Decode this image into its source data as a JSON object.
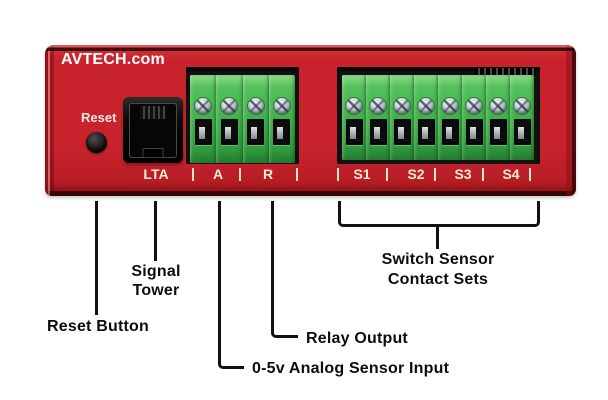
{
  "background": "#ffffff",
  "line_color": "#111111",
  "device": {
    "brand": "AVTECH.com",
    "reset_button_label": "Reset",
    "ports": {
      "lta_label": "LTA",
      "analog_block": {
        "positions": 4,
        "labels": [
          "A",
          "R"
        ]
      },
      "sensor_block": {
        "positions": 8,
        "labels": [
          "S1",
          "S2",
          "S3",
          "S4"
        ]
      }
    },
    "colors": {
      "panel_red": "#c8232c",
      "edge_dark_red": "#8c1217",
      "terminal_green": "#3fae4b",
      "bezel_black": "#131313",
      "panel_text": "#f6ecd9"
    }
  },
  "callouts": [
    {
      "id": "reset-button",
      "label": "Reset Button"
    },
    {
      "id": "signal-tower",
      "label": "Signal Tower",
      "lines": [
        "Signal",
        "Tower"
      ]
    },
    {
      "id": "analog-input",
      "label": "0-5v Analog Sensor Input"
    },
    {
      "id": "relay-output",
      "label": "Relay Output"
    },
    {
      "id": "switch-sensors",
      "label": "Switch Sensor Contact Sets",
      "lines": [
        "Switch Sensor",
        "Contact Sets"
      ]
    }
  ]
}
